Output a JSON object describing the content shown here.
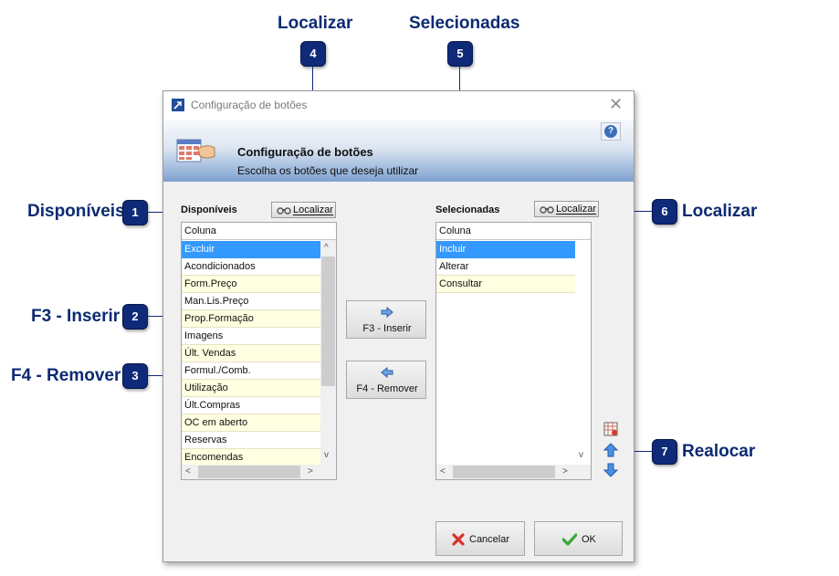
{
  "callouts": {
    "c1": {
      "number": "1",
      "label": "Disponíveis"
    },
    "c2": {
      "number": "2",
      "label": "F3 - Inserir"
    },
    "c3": {
      "number": "3",
      "label": "F4 - Remover"
    },
    "c4": {
      "number": "4",
      "label": "Localizar"
    },
    "c5": {
      "number": "5",
      "label": "Selecionadas"
    },
    "c6": {
      "number": "6",
      "label": "Localizar"
    },
    "c7": {
      "number": "7",
      "label": "Realocar"
    }
  },
  "dialog": {
    "title": "Configuração de botões",
    "close_glyph": "✕",
    "banner_title": "Configuração de botões",
    "banner_subtitle": "Escolha os botões que deseja utilizar",
    "help_glyph": "?"
  },
  "available": {
    "label": "Disponíveis",
    "search_label": "Localizar",
    "column_header": "Coluna",
    "items": [
      "Excluir",
      "Acondicionados",
      "Form.Preço",
      "Man.Lis.Preço",
      "Prop.Formação",
      "Imagens",
      "Últ. Vendas",
      "Formul./Comb.",
      "Utilização",
      "Últ.Compras",
      "OC em aberto",
      "Reservas",
      "Encomendas"
    ]
  },
  "selected": {
    "label": "Selecionadas",
    "search_label": "Localizar",
    "column_header": "Coluna",
    "items": [
      "Incluir",
      "Alterar",
      "Consultar"
    ]
  },
  "actions": {
    "insert_label": "F3 - Inserir",
    "remove_label": "F4 - Remover",
    "cancel_label": "Cancelar",
    "ok_label": "OK"
  },
  "colors": {
    "callout_blue": "#0e2a78",
    "selection_blue": "#3399ff",
    "row_yellow": "#ffffe1"
  }
}
